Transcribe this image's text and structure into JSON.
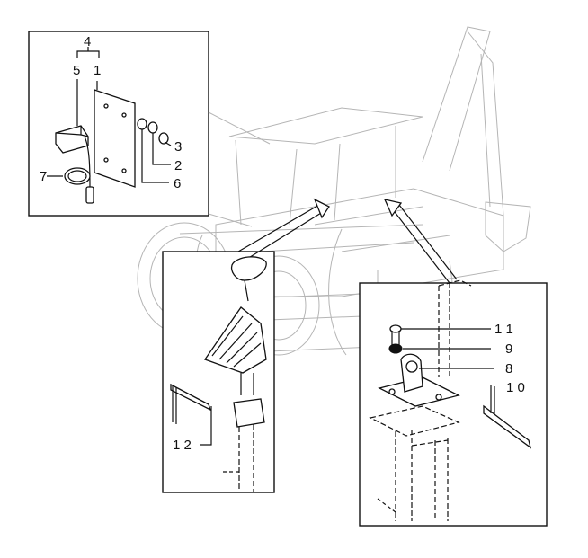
{
  "callouts": {
    "c1": "1",
    "c2": "2",
    "c3": "3",
    "c4": "4",
    "c5": "5",
    "c6": "6",
    "c7": "7",
    "c8": "8",
    "c9": "9",
    "c10": "1 0",
    "c11": "1 1",
    "c12": "1 2"
  }
}
